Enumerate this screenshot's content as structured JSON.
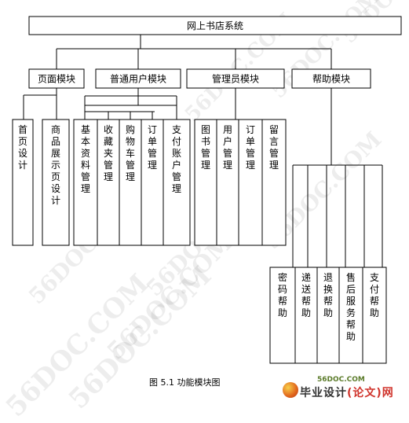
{
  "root": "网上书店系统",
  "modules": [
    {
      "label": "页面模块",
      "children": [
        "首页设计",
        "商品展示页设计"
      ]
    },
    {
      "label": "普通用户模块",
      "children": [
        "基本资料管理",
        "收藏夹管理",
        "购物车管理",
        "订单管理",
        "支付账户管理"
      ]
    },
    {
      "label": "管理员模块",
      "children": [
        "图书管理",
        "用户管理",
        "订单管理",
        "留言管理"
      ]
    },
    {
      "label": "帮助模块",
      "children": [
        "密码帮助",
        "递送帮助",
        "退换帮助",
        "售后服务帮助",
        "支付帮助"
      ]
    }
  ],
  "caption": "图 5.1  功能模块图",
  "watermark": "56DOC.COM",
  "logo": {
    "small": "56DOC.COM",
    "main_prefix": "毕业设计",
    "main_suffix": "(论文)网"
  }
}
